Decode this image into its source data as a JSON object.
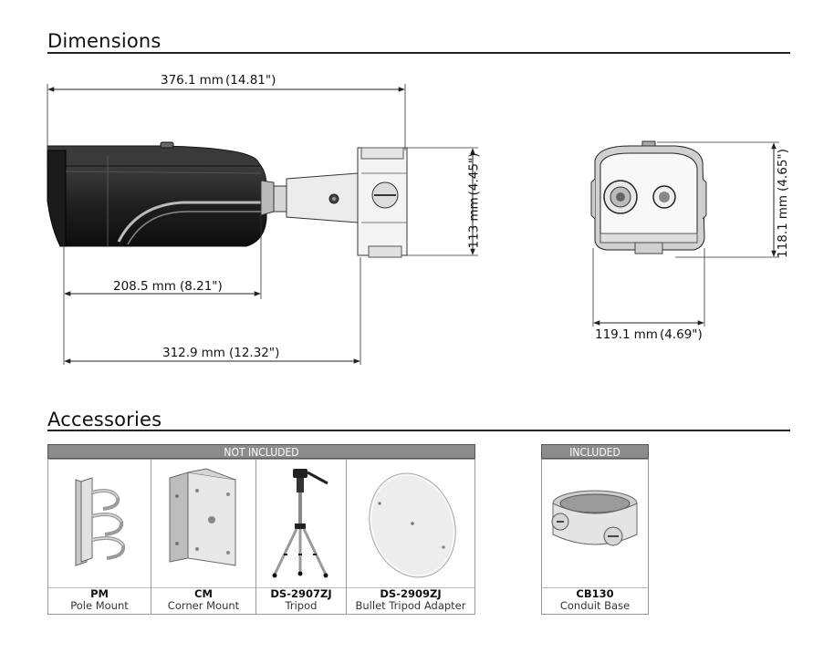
{
  "dimensions": {
    "title": "Dimensions",
    "overall_length": {
      "mm": "376.1",
      "unit": "mm",
      "imperial": "(14.81\")"
    },
    "housing_length": {
      "mm": "208.5",
      "unit": "mm",
      "imperial": "(8.21\")"
    },
    "mount_length": {
      "mm": "312.9",
      "unit": "mm",
      "imperial": "(12.32\")"
    },
    "base_height": {
      "mm": "113",
      "unit": "mm",
      "imperial": "(4.45\")"
    },
    "front_height": {
      "mm": "118.1",
      "unit": "mm",
      "imperial": "(4.65\")"
    },
    "front_width": {
      "mm": "119.1",
      "unit": "mm",
      "imperial": "(4.69\")"
    }
  },
  "accessories": {
    "title": "Accessories",
    "not_included_label": "NOT INCLUDED",
    "included_label": "INCLUDED",
    "not_included": [
      {
        "code": "PM",
        "name": "Pole Mount",
        "icon": "pole-mount-icon"
      },
      {
        "code": "CM",
        "name": "Corner Mount",
        "icon": "corner-mount-icon"
      },
      {
        "code": "DS-2907ZJ",
        "name": "Tripod",
        "icon": "tripod-icon"
      },
      {
        "code": "DS-2909ZJ",
        "name": "Bullet Tripod Adapter",
        "icon": "tripod-adapter-icon"
      }
    ],
    "included": [
      {
        "code": "CB130",
        "name": "Conduit Base",
        "icon": "conduit-base-icon"
      }
    ]
  }
}
